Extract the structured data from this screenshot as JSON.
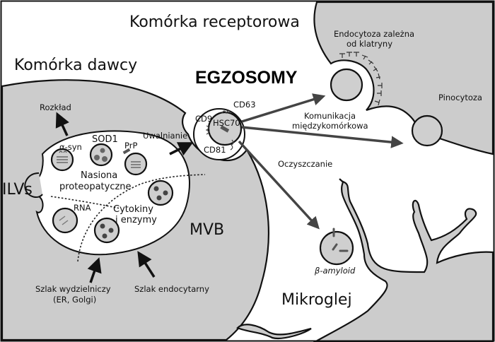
{
  "title": "Komórka receptorowa",
  "donor_cell": {
    "label": "Komórka dawcy",
    "mvb_label": "MVB",
    "ilvs_label": "ILVs",
    "degradation_label": "Rozkład",
    "release_label": "Uwalnianie",
    "cargo": {
      "asyn": "α-syn",
      "sod1": "SOD1",
      "prp": "PrP",
      "seeds_line1": "Nasiona",
      "seeds_line2": "proteopatyczne",
      "rna": "RNA",
      "cytokines_line1": "Cytokiny",
      "cytokines_line2": "i enzymy"
    },
    "pathways": {
      "secretory_line1": "Szlak wydzielniczy",
      "secretory_line2": "(ER, Golgi)",
      "endocytic": "Szlak endocytarny"
    }
  },
  "exosome": {
    "heading": "EGZOSOMY",
    "markers": [
      "CD9",
      "CD63",
      "HSC70",
      "CD81"
    ]
  },
  "receptor_cell": {
    "clathrin_line1": "Endocytoza zależna",
    "clathrin_line2": "od klatryny",
    "pinocytosis": "Pinocytoza",
    "communication_line1": "Komunikacja",
    "communication_line2": "międzykomórkowa",
    "clearance": "Oczyszczanie"
  },
  "microglia": {
    "label": "Mikroglej",
    "cargo_label": "β-amyloid"
  },
  "colors": {
    "cell_fill": "#cccccc",
    "outline": "#111111",
    "arrow_gray": "#444444"
  }
}
